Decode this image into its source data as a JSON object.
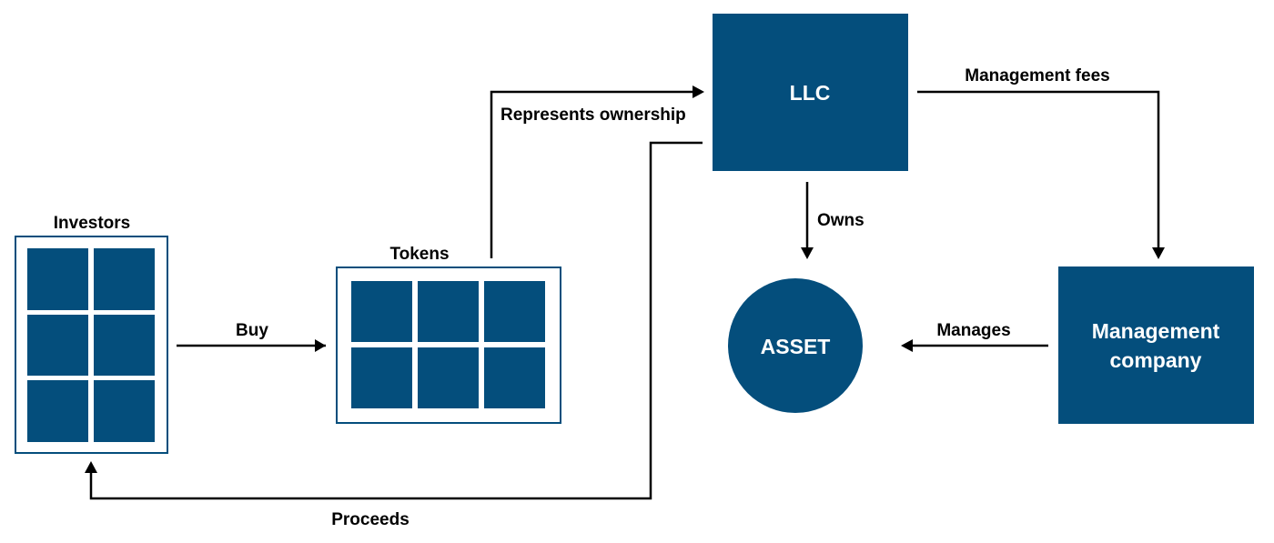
{
  "colors": {
    "node_fill": "#044e7c",
    "line": "#000000",
    "node_text": "#ffffff"
  },
  "nodes": {
    "investors": {
      "label": "Investors",
      "cells": 6
    },
    "tokens": {
      "label": "Tokens",
      "cells": 6
    },
    "llc": {
      "label": "LLC"
    },
    "asset": {
      "label": "ASSET"
    },
    "management_company": {
      "label_line1": "Management",
      "label_line2": "company"
    }
  },
  "edges": {
    "buy": "Buy",
    "represents_ownership": "Represents ownership",
    "management_fees": "Management fees",
    "owns": "Owns",
    "manages": "Manages",
    "proceeds": "Proceeds"
  }
}
